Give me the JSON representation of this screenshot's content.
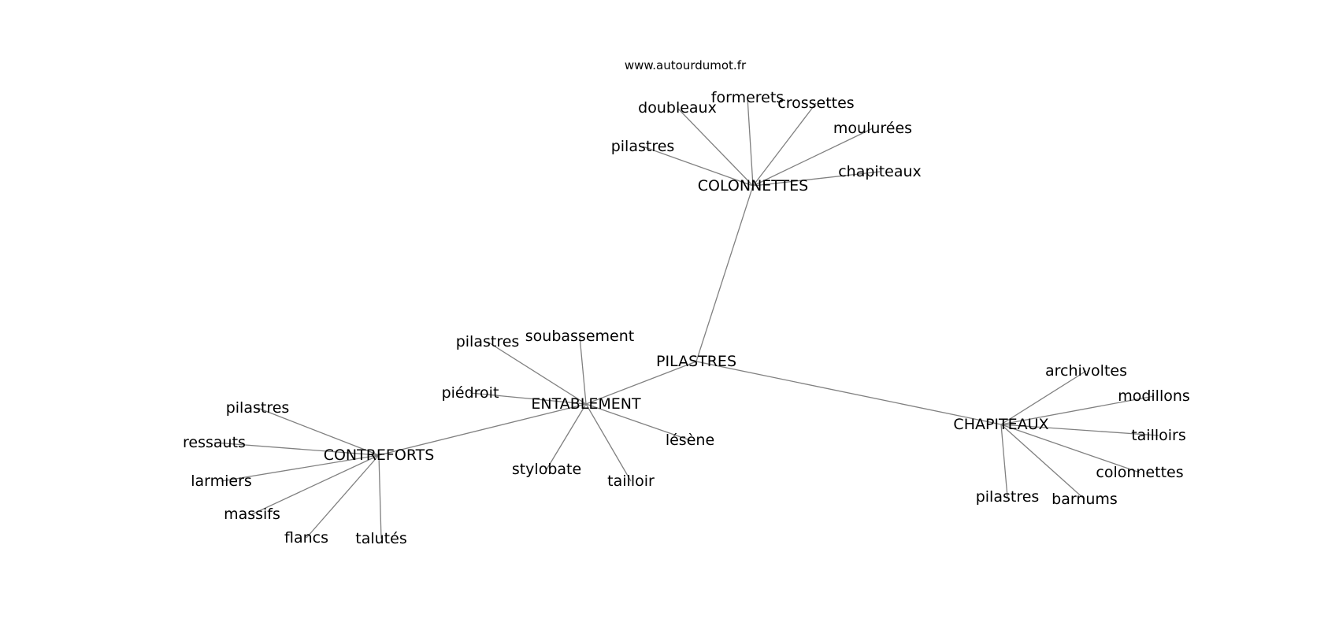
{
  "credit": "www.autourdumot.fr",
  "diagram": {
    "nodes": [
      {
        "id": "pilastres_hub",
        "label": "PILASTRES"
      },
      {
        "id": "colonnettes_hub",
        "label": "COLONNETTES"
      },
      {
        "id": "entablement",
        "label": "ENTABLEMENT"
      },
      {
        "id": "chapiteaux_hub",
        "label": "CHAPITEAUX"
      },
      {
        "id": "contreforts",
        "label": "CONTREFORTS"
      },
      {
        "id": "c_pilastres",
        "label": "pilastres"
      },
      {
        "id": "c_doubleaux",
        "label": "doubleaux"
      },
      {
        "id": "c_formerets",
        "label": "formerets"
      },
      {
        "id": "c_crossettes",
        "label": "crossettes"
      },
      {
        "id": "c_moulurees",
        "label": "moulurées"
      },
      {
        "id": "c_chapiteaux",
        "label": "chapiteaux"
      },
      {
        "id": "e_pilastres",
        "label": "pilastres"
      },
      {
        "id": "e_soubassement",
        "label": "soubassement"
      },
      {
        "id": "e_piedroit",
        "label": "piédroit"
      },
      {
        "id": "e_lesene",
        "label": "lésène"
      },
      {
        "id": "e_stylobate",
        "label": "stylobate"
      },
      {
        "id": "e_tailloir",
        "label": "tailloir"
      },
      {
        "id": "ch_archivoltes",
        "label": "archivoltes"
      },
      {
        "id": "ch_modillons",
        "label": "modillons"
      },
      {
        "id": "ch_tailloirs",
        "label": "tailloirs"
      },
      {
        "id": "ch_colonnettes",
        "label": "colonnettes"
      },
      {
        "id": "ch_barnums",
        "label": "barnums"
      },
      {
        "id": "ch_pilastres",
        "label": "pilastres"
      },
      {
        "id": "co_pilastres",
        "label": "pilastres"
      },
      {
        "id": "co_ressauts",
        "label": "ressauts"
      },
      {
        "id": "co_larmiers",
        "label": "larmiers"
      },
      {
        "id": "co_massifs",
        "label": "massifs"
      },
      {
        "id": "co_flancs",
        "label": "flancs"
      },
      {
        "id": "co_talutes",
        "label": "talutés"
      }
    ],
    "edges": [
      [
        "pilastres_hub",
        "colonnettes_hub"
      ],
      [
        "pilastres_hub",
        "entablement"
      ],
      [
        "pilastres_hub",
        "chapiteaux_hub"
      ],
      [
        "entablement",
        "contreforts"
      ],
      [
        "colonnettes_hub",
        "c_pilastres"
      ],
      [
        "colonnettes_hub",
        "c_doubleaux"
      ],
      [
        "colonnettes_hub",
        "c_formerets"
      ],
      [
        "colonnettes_hub",
        "c_crossettes"
      ],
      [
        "colonnettes_hub",
        "c_moulurees"
      ],
      [
        "colonnettes_hub",
        "c_chapiteaux"
      ],
      [
        "entablement",
        "e_pilastres"
      ],
      [
        "entablement",
        "e_soubassement"
      ],
      [
        "entablement",
        "e_piedroit"
      ],
      [
        "entablement",
        "e_lesene"
      ],
      [
        "entablement",
        "e_stylobate"
      ],
      [
        "entablement",
        "e_tailloir"
      ],
      [
        "chapiteaux_hub",
        "ch_archivoltes"
      ],
      [
        "chapiteaux_hub",
        "ch_modillons"
      ],
      [
        "chapiteaux_hub",
        "ch_tailloirs"
      ],
      [
        "chapiteaux_hub",
        "ch_colonnettes"
      ],
      [
        "chapiteaux_hub",
        "ch_barnums"
      ],
      [
        "chapiteaux_hub",
        "ch_pilastres"
      ],
      [
        "contreforts",
        "co_pilastres"
      ],
      [
        "contreforts",
        "co_ressauts"
      ],
      [
        "contreforts",
        "co_larmiers"
      ],
      [
        "contreforts",
        "co_massifs"
      ],
      [
        "contreforts",
        "co_flancs"
      ],
      [
        "contreforts",
        "co_talutes"
      ]
    ]
  }
}
